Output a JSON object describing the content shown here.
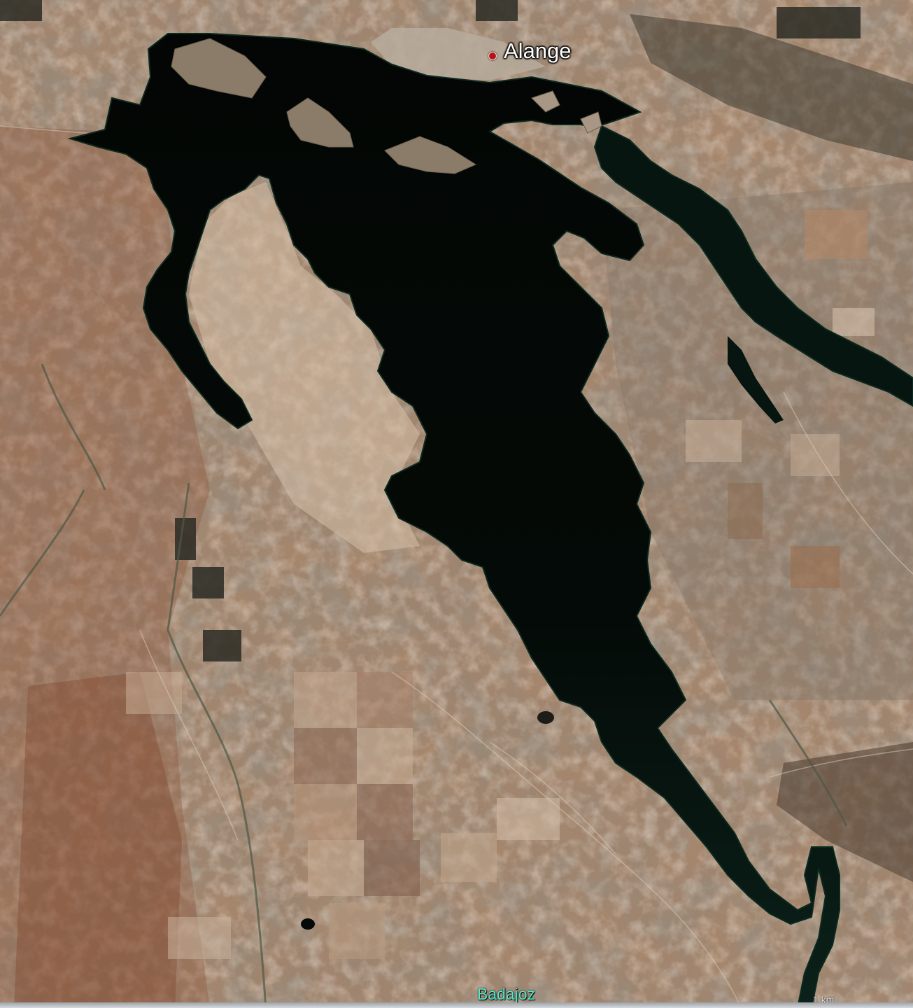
{
  "map": {
    "type": "satellite",
    "colors": {
      "land": "#9c8570",
      "land_dark": "#6f6351",
      "land_red": "#9a5a3c",
      "land_pale": "#d9c2ad",
      "water": "#050907",
      "water_edge": "#0d2a1f"
    }
  },
  "labels": {
    "town": "Alange",
    "region": "Badajoz"
  },
  "scale": {
    "text": "1 km"
  }
}
